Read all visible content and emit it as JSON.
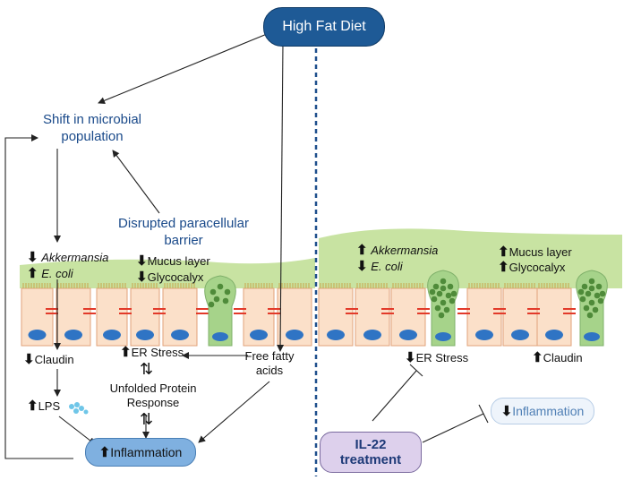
{
  "top": {
    "high_fat_diet": "High Fat Diet"
  },
  "left": {
    "shift_line1": "Shift in microbial",
    "shift_line2": "population",
    "disrupted_line1": "Disrupted paracellular",
    "disrupted_line2": "barrier",
    "akkermansia": "Akkermansia",
    "ecoli": "E. coli",
    "mucus_layer": "Mucus layer",
    "glycocalyx": "Glycocalyx",
    "claudin": "Claudin",
    "er_stress": "ER Stress",
    "free_fatty_line1": "Free fatty",
    "free_fatty_line2": "acids",
    "upr_line1": "Unfolded Protein",
    "upr_line2": "Response",
    "lps": "LPS",
    "inflammation": "Inflammation"
  },
  "right": {
    "akkermansia": "Akkermansia",
    "ecoli": "E. coli",
    "mucus_layer": "Mucus layer",
    "glycocalyx": "Glycocalyx",
    "er_stress": "ER Stress",
    "claudin": "Claudin",
    "il22_line1": "IL-22",
    "il22_line2": "treatment",
    "inflammation": "Inflammation"
  },
  "glyphs": {
    "up": "⬆",
    "down": "⬇",
    "updown": "⇅"
  },
  "colors": {
    "pill_blue": "#1e5a96",
    "pill_light": "#7fb0e0",
    "pill_lavender": "#ddd0ec",
    "mucus": "#c8e3a2",
    "cell_fill": "#fbe0c9",
    "cell_stroke": "#e0a27a",
    "nucleus": "#2f74c4",
    "goblet": "#a6d38a",
    "granule": "#4f8b3a",
    "junction": "#e23a2a"
  }
}
